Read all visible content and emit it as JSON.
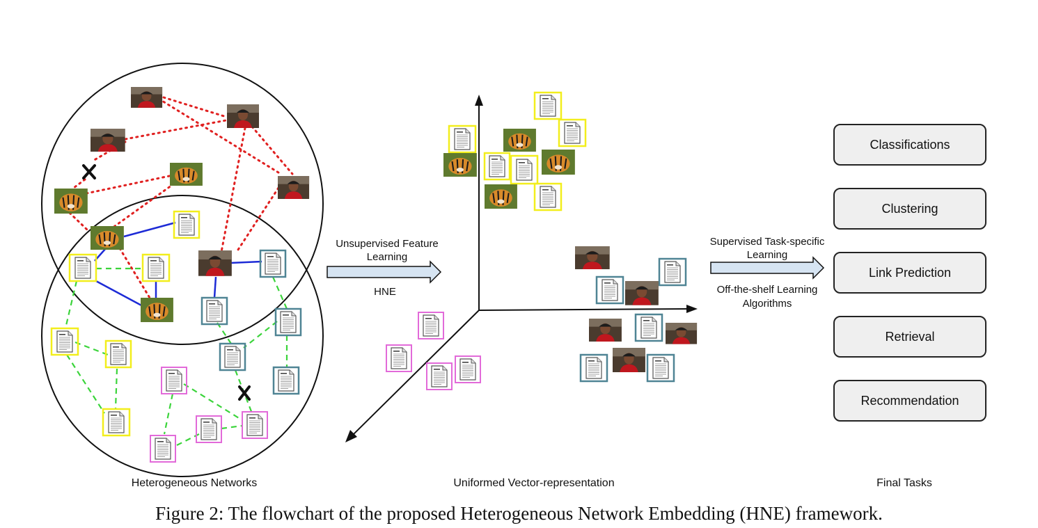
{
  "labels": {
    "hetero": "Heterogeneous Networks",
    "uniformed": "Uniformed Vector-representation",
    "final": "Final Tasks"
  },
  "arrow1": {
    "line1": "Unsupervised Feature",
    "line2": "Learning",
    "method": "HNE"
  },
  "arrow2": {
    "line1": "Supervised Task-specific",
    "line2": "Learning",
    "line3": "Off-the-shelf Learning",
    "line4": "Algorithms"
  },
  "tasks": [
    "Classifications",
    "Clustering",
    "Link Prediction",
    "Retrieval",
    "Recommendation"
  ],
  "caption": "Figure 2: The flowchart of the proposed Heterogeneous Network Embedding (HNE) framework.",
  "colors": {
    "doc_yellow": "#f2ee1c",
    "doc_teal": "#4f8494",
    "doc_magenta": "#e26ad9",
    "edge_red": "#e02020",
    "edge_blue": "#1d2bd6",
    "edge_green": "#3bd43b",
    "arrow_fill": "#d6e4f2"
  },
  "icons": [
    "document-icon",
    "person-photo-icon",
    "tiger-photo-icon",
    "cross-mark-icon"
  ]
}
